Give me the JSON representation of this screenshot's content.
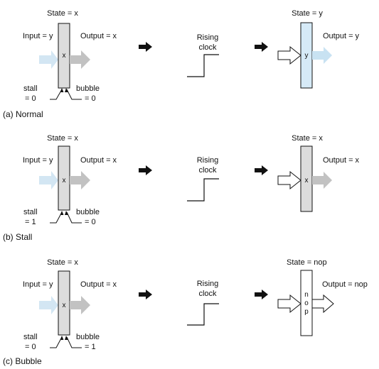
{
  "colors": {
    "register_gray": "#dcdcdc",
    "register_blue": "#d6eaf7",
    "input_arrow": "#d3e6f3",
    "output_arrow": "#c2c2c2",
    "output_arrow_blue": "#c8e2f2",
    "ink": "#111111"
  },
  "panels": [
    {
      "caption": "(a) Normal",
      "before": {
        "state_label": "State = x",
        "input_label": "Input = y",
        "output_label": "Output = x",
        "content": "x",
        "stall_label": "stall",
        "stall_value": "= 0",
        "bubble_label": "bubble",
        "bubble_value": "= 0"
      },
      "clock": {
        "line1": "Rising",
        "line2": "clock"
      },
      "after": {
        "state_label": "State = y",
        "output_label": "Output = y",
        "content": "y"
      }
    },
    {
      "caption": "(b) Stall",
      "before": {
        "state_label": "State = x",
        "input_label": "Input = y",
        "output_label": "Output = x",
        "content": "x",
        "stall_label": "stall",
        "stall_value": "= 1",
        "bubble_label": "bubble",
        "bubble_value": "= 0"
      },
      "clock": {
        "line1": "Rising",
        "line2": "clock"
      },
      "after": {
        "state_label": "State = x",
        "output_label": "Output = x",
        "content": "x"
      }
    },
    {
      "caption": "(c) Bubble",
      "before": {
        "state_label": "State = x",
        "input_label": "Input = y",
        "output_label": "Output = x",
        "content": "x",
        "stall_label": "stall",
        "stall_value": "= 0",
        "bubble_label": "bubble",
        "bubble_value": "= 1"
      },
      "clock": {
        "line1": "Rising",
        "line2": "clock"
      },
      "after": {
        "state_prefix": "State = ",
        "state_value": "nop",
        "output_prefix": "Output = ",
        "output_value": "nop",
        "content_chars": [
          "n",
          "o",
          "p"
        ]
      }
    }
  ]
}
